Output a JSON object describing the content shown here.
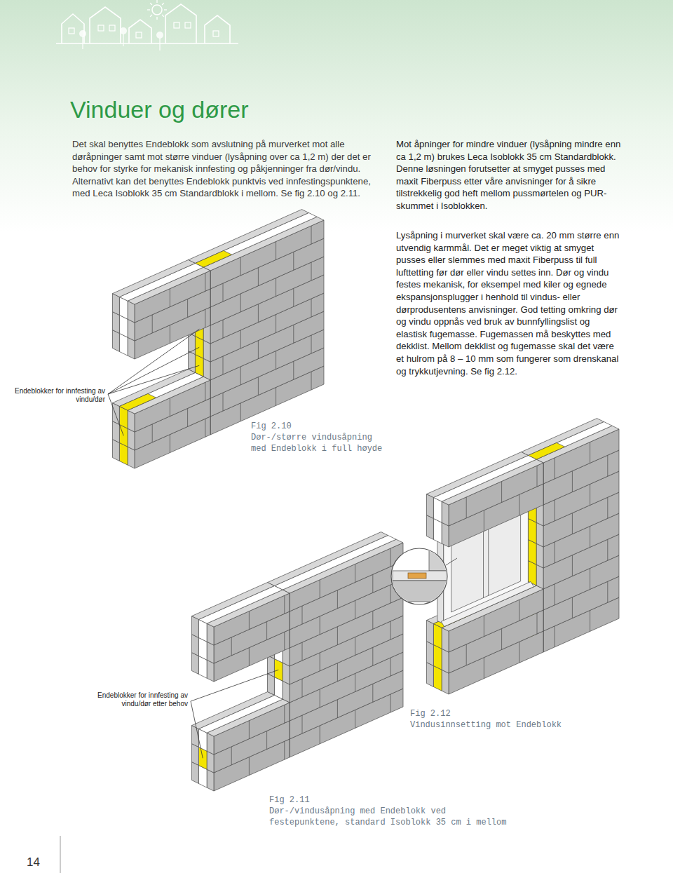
{
  "diagram": {
    "title": "Vinduer og dører",
    "labels": [
      "Det skal benyttes Endeblokk som avslutning på murverket mot alle døråpninger samt mot større vinduer (lysåpning over ca 1,2 m) der det er behov for styrke for mekanisk innfesting og påkjenninger fra dør/vindu. Alternativt kan det benyttes Endeblokk punktvis ved innfestingspunktene, med Leca Isoblokk 35 cm Standardblokk i mellom. Se fig 2.10 og 2.11.",
      "Mot åpninger for mindre vinduer (lysåpning mindre enn ca 1,2 m) brukes Leca Isoblokk 35 cm Standardblokk. Denne løsningen forutsetter at smyget pusses med maxit Fiberpuss etter våre anvisninger for å sikre tilstrekkelig god heft mellom pussmørtelen og PUR-skummet i Isoblokken.",
      "Lysåpning i murverket skal være ca. 20 mm større enn utvendig karmmål. Det er meget viktig at smyget pusses eller slemmes med maxit Fiberpuss til full lufttetting før dør eller vindu settes inn. Dør og vindu festes mekanisk, for eksempel med kiler og egnede ekspansjonsplugger i henhold til vindus- eller dørprodusentens anvisninger. God tetting omkring dør og vindu oppnås ved bruk av bunnfyllingslist og elastisk fugemasse. Fugemassen må beskyttes med dekklist. Mellom dekklist og fugemasse skal det være et hulrom på 8 – 10 mm som fungerer som drenskanal og trykkutjevning. Se fig 2.12.",
      "Endeblokker for innfesting av vindu/dør",
      "Fig 2.10",
      "Dør-/større vindusåpning med Endeblokk i full høyde",
      "Endeblokker for innfesting av vindu/dør etter behov",
      "Fig 2.12",
      "Vindusinnsetting mot Endeblokk",
      "Fig 2.11",
      "Dør-/vindusåpning med Endeblokk ved festepunktene, standard Isoblokk 35 cm i mellom",
      "14"
    ]
  }
}
